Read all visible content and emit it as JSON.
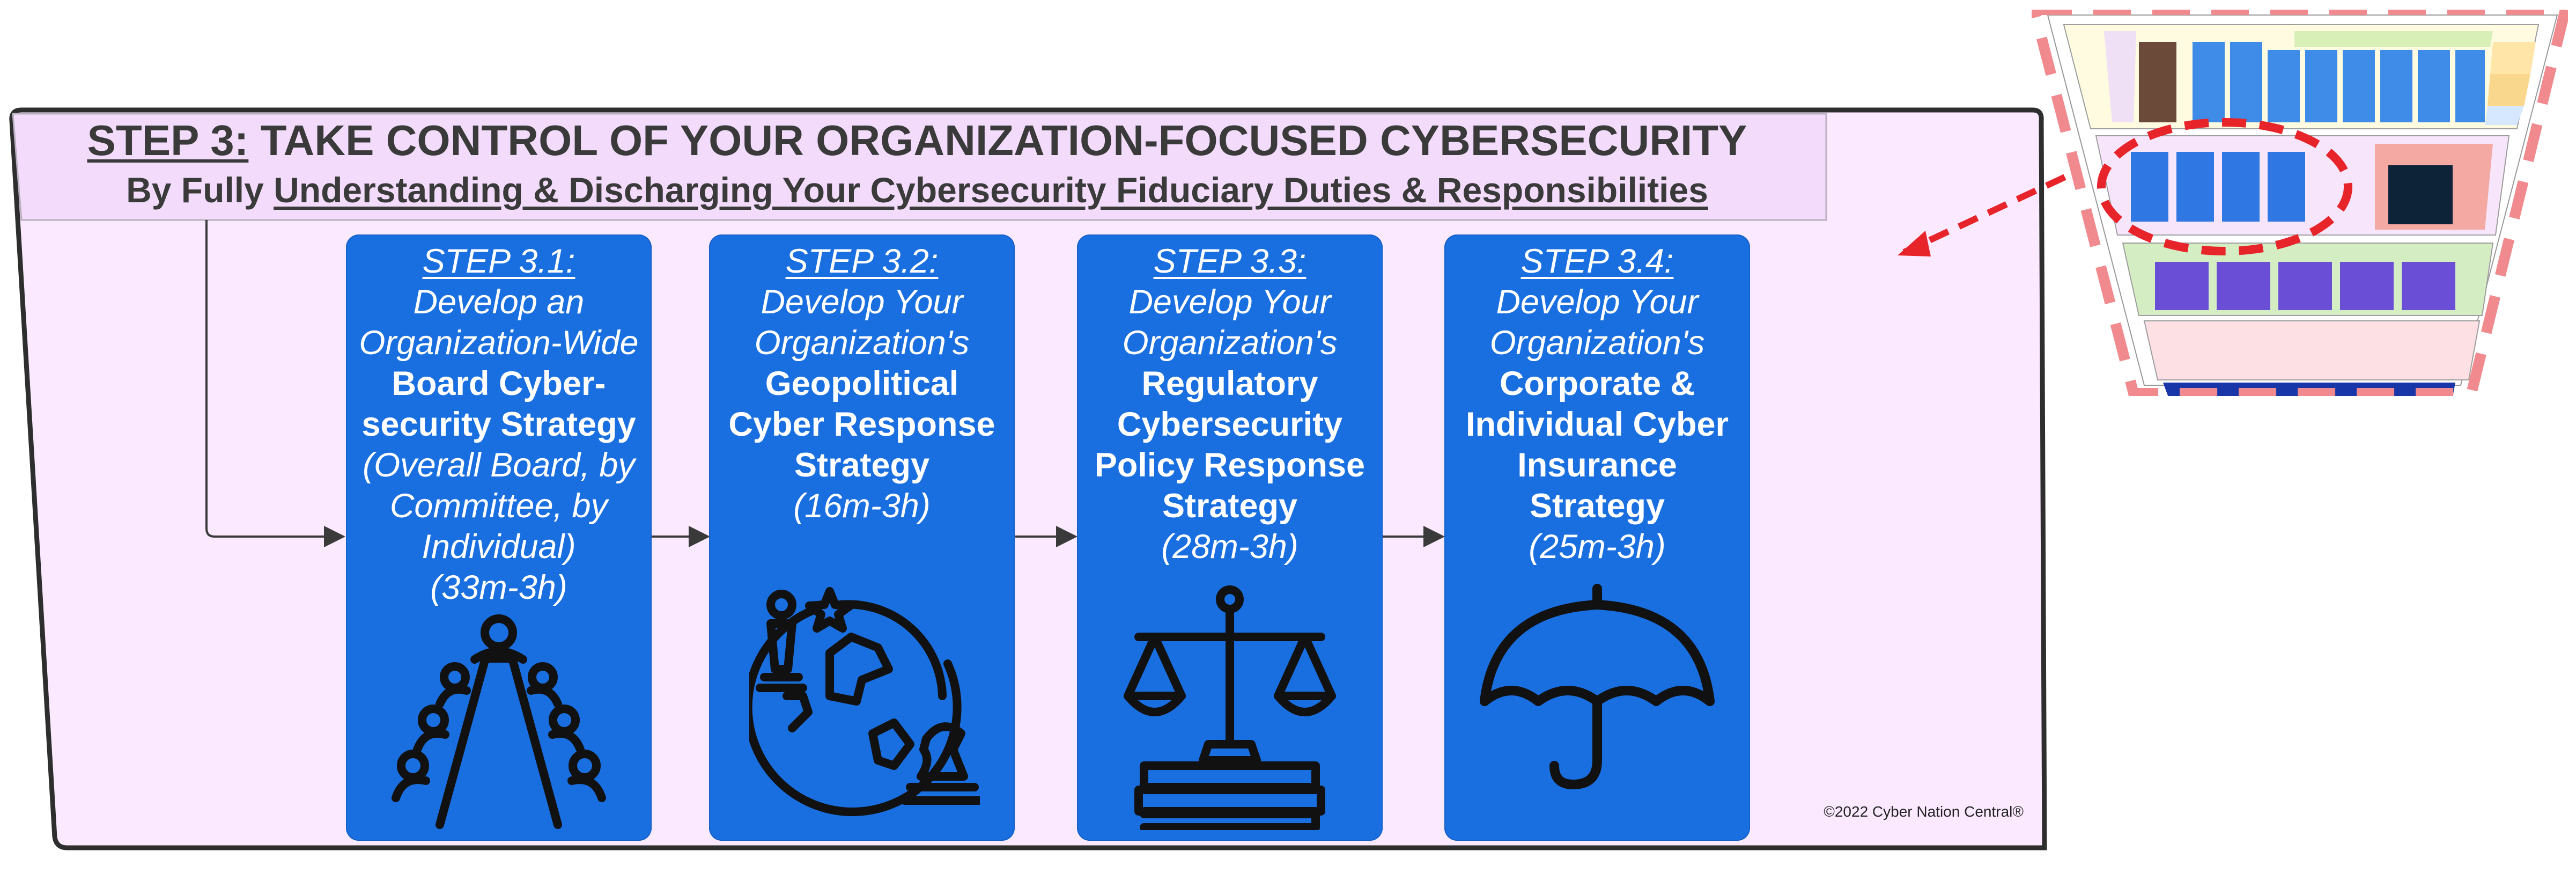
{
  "header": {
    "step_label": "STEP 3:",
    "title_rest": " TAKE CONTROL OF YOUR ORGANIZATION-FOCUSED CYBERSECURITY",
    "sub_prefix": "By Fully ",
    "sub_underlined": "Understanding & Discharging Your Cybersecurity Fiduciary Duties & Responsibilities"
  },
  "steps": [
    {
      "number": "STEP 3.1:",
      "desc": "Develop an Organization-Wide",
      "strong": "Board Cyber-security Strategy",
      "sub": "(Overall Board, by Committee, by Individual)",
      "time": "(33m-3h)",
      "icon": "boardroom-table-icon"
    },
    {
      "number": "STEP 3.2:",
      "desc": "Develop Your Organization's",
      "strong": "Geopolitical Cyber Response Strategy",
      "sub": "",
      "time": "(16m-3h)",
      "icon": "globe-chess-icon"
    },
    {
      "number": "STEP 3.3:",
      "desc": "Develop Your Organization's",
      "strong": "Regulatory Cybersecurity Policy Response Strategy",
      "sub": "",
      "time": "(28m-3h)",
      "icon": "scales-of-justice-icon"
    },
    {
      "number": "STEP 3.4:",
      "desc": "Develop Your Organization's",
      "strong": "Corporate & Individual Cyber Insurance Strategy",
      "sub": "",
      "time": "(25m-3h)",
      "icon": "umbrella-icon"
    }
  ],
  "copyright": "©2022 Cyber Nation Central®",
  "colors": {
    "card_blue": "#1a6fe0",
    "panel_fill": "#fbeaff",
    "header_fill": "#f3dcfb",
    "callout_red": "#e8242b"
  }
}
